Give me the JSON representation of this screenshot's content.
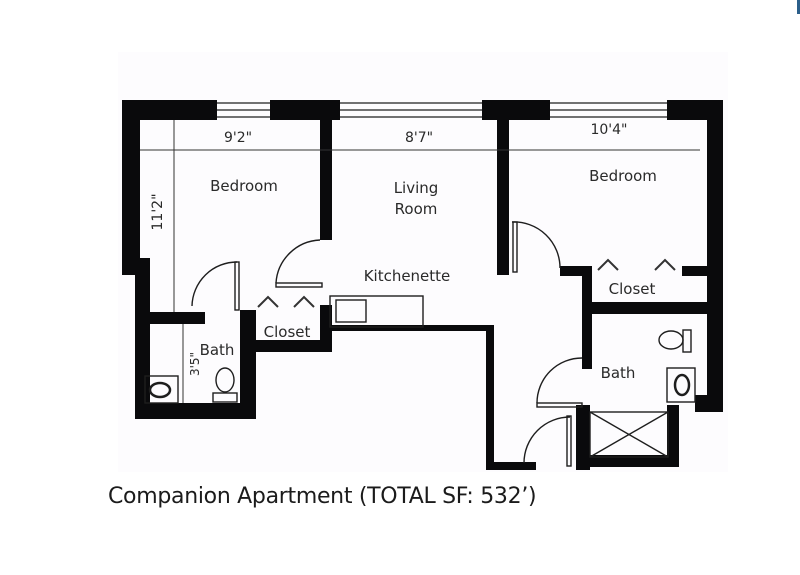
{
  "caption": "Companion Apartment (TOTAL SF: 532’)",
  "rooms": {
    "bedroom_left": {
      "label": "Bedroom",
      "width_dim": "9'2\"",
      "length_dim": "11'2\""
    },
    "living_room": {
      "label_line1": "Living",
      "label_line2": "Room",
      "width_dim": "8'7\""
    },
    "bedroom_right": {
      "label": "Bedroom",
      "width_dim": "10'4\""
    },
    "kitchenette": {
      "label": "Kitchenette"
    },
    "closet_left": {
      "label": "Closet"
    },
    "closet_right": {
      "label": "Closet"
    },
    "bath_left": {
      "label": "Bath",
      "dim": "3'5\""
    },
    "bath_right": {
      "label": "Bath"
    }
  },
  "colors": {
    "wall": "#0a0a0c",
    "line": "#1e1e1e",
    "text": "#2a2a2a",
    "accent": "#2b5f8a"
  }
}
